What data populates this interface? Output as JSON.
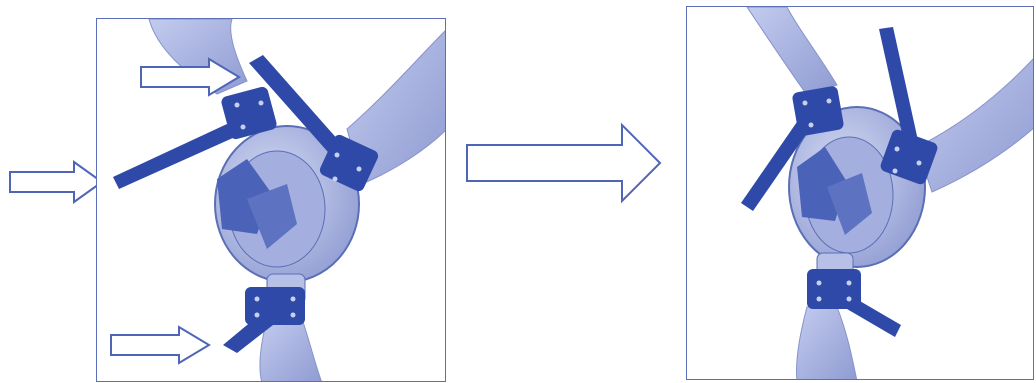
{
  "diagram": {
    "panels": [
      {
        "id": "before",
        "content": "wind-turbine-hub-with-blade-pitch-actuators"
      },
      {
        "id": "after",
        "content": "wind-turbine-hub-with-rotated-blade-pitch-actuators"
      }
    ],
    "arrows": [
      {
        "name": "pointer-arrow-top",
        "role": "callout"
      },
      {
        "name": "pointer-arrow-left",
        "role": "callout"
      },
      {
        "name": "pointer-arrow-bottom",
        "role": "callout"
      },
      {
        "name": "transition-arrow",
        "role": "transition"
      }
    ],
    "colors": {
      "blade": "#a9b4e0",
      "blade_shadow": "#8693cc",
      "hub": "#b7c0e6",
      "actuator": "#2f49a8",
      "actuator_dark": "#22368a",
      "outline": "#4a5fae",
      "arrow_stroke": "#4f66b8"
    }
  }
}
